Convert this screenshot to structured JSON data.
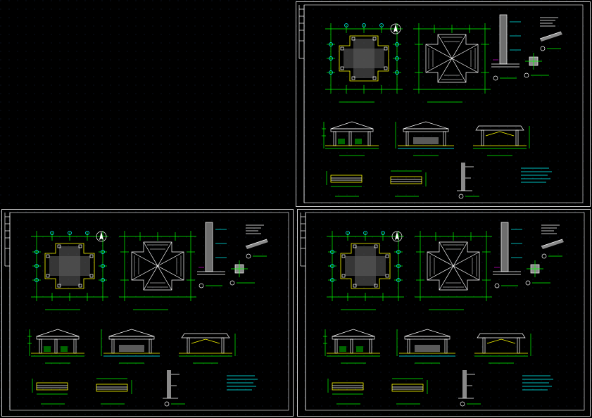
{
  "sheets": [
    {
      "id": "sheet-top-right"
    },
    {
      "id": "sheet-bottom-left"
    },
    {
      "id": "sheet-bottom-right"
    }
  ],
  "colors": {
    "background": "#000000",
    "frame": "#ffffff",
    "dimension": "#00ff00",
    "outline": "#ffff00",
    "detail": "#00ffff",
    "hatch": "#8a8a8a"
  },
  "icons": [
    "north-arrow-icon",
    "section-marker-icon"
  ]
}
